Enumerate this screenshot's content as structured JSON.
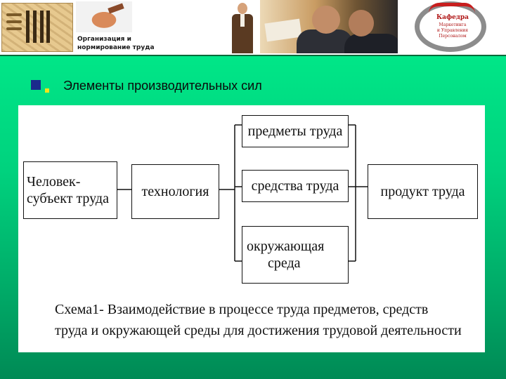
{
  "header": {
    "course_title_line1": "Организация и",
    "course_title_line2": "нормирование труда",
    "logo_right_name": "Кафедра",
    "logo_right_sub_line1": "Маркетинга",
    "logo_right_sub_line2": "и Управления",
    "logo_right_sub_line3": "Персоналом"
  },
  "slide": {
    "heading": "Элементы производительных сил"
  },
  "diagram": {
    "human_line1": "Человек-",
    "human_line2": "субъект труда",
    "technology": "технология",
    "objects_of_labor": "предметы труда",
    "means_of_labor": "средства труда",
    "environment_line1": "окружающая",
    "environment_line2": "среда",
    "product": "продукт труда",
    "caption_line1": "Схема1- Взаимодействие в процессе труда предметов, средств",
    "caption_line2": "труда и окружающей среды для достижения трудовой деятельности"
  },
  "colors": {
    "background_top": "#00f08c",
    "background_bottom": "#008a55",
    "bullet": "#1b2a8c",
    "bullet_dot": "#f1e51a",
    "logo_red": "#c81e1e"
  }
}
